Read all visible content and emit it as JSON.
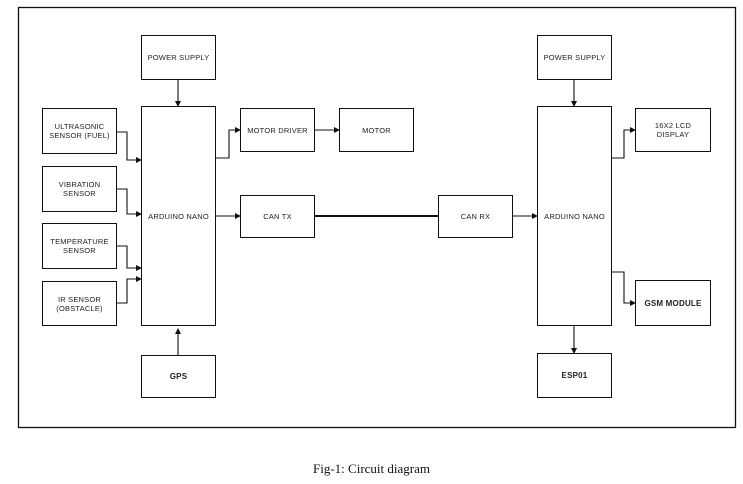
{
  "diagram": {
    "transmitter": {
      "power_supply": "POWER SUPPLY",
      "ultrasonic_sensor": "ULTRASONIC\nSENSOR (FUEL)",
      "vibration_sensor": "VIBRATION\nSENSOR",
      "temperature_sensor": "TEMPERATURE\nSENSOR",
      "ir_sensor": "IR SENSOR\n(OBSTACLE)",
      "arduino_nano": "ARDUINO NANO",
      "gps": "GPS",
      "motor_driver": "MOTOR DRIVER",
      "motor": "MOTOR",
      "can_tx": "CAN TX"
    },
    "receiver": {
      "can_rx": "CAN RX",
      "power_supply": "POWER SUPPLY",
      "arduino_nano": "ARDUINO NANO",
      "lcd_display": "16X2 LCD DISPLAY",
      "gsm_module": "GSM MODULE",
      "esp01": "ESP01"
    }
  },
  "caption": "Fig-1: Circuit diagram"
}
